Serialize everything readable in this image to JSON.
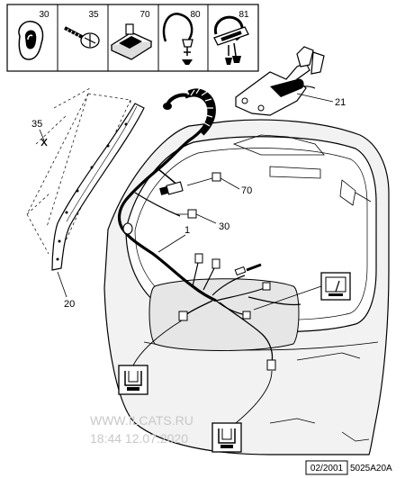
{
  "header_parts": [
    {
      "number": "30",
      "icon": "grommet-icon"
    },
    {
      "number": "35",
      "icon": "screw-icon"
    },
    {
      "number": "70",
      "icon": "connector-clip-icon"
    },
    {
      "number": "80",
      "icon": "cable-tie-icon"
    },
    {
      "number": "81",
      "icon": "harness-clip-icon"
    }
  ],
  "callouts": {
    "c35": "35",
    "c21": "21",
    "c70": "70",
    "c30": "30",
    "c1": "1",
    "c20": "20"
  },
  "watermark": {
    "site": "WWW.ILCATS.RU",
    "datetime": "18:44 12.07.2020"
  },
  "footer": {
    "date": "02/2001",
    "code": "5025A20A"
  },
  "colors": {
    "line": "#000000",
    "panel_fill": "#f2f2f2",
    "window_fill": "#ffffff",
    "watermark": "#c8c8c8"
  }
}
